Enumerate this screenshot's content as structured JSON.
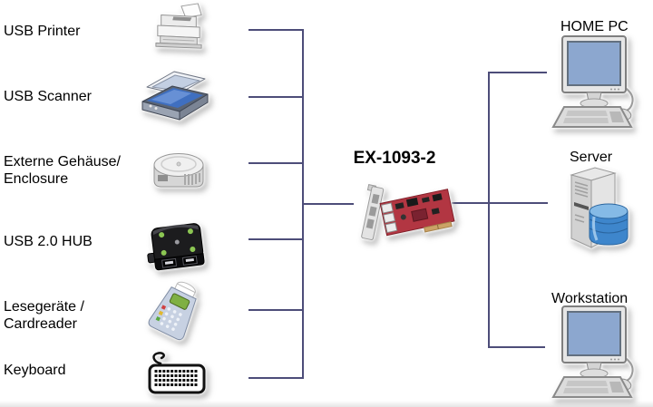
{
  "diagram": {
    "colors": {
      "wire": "#4d4d79",
      "card_board": "#b23642",
      "screen_blue": "#8ca7cf",
      "database_blue": "#3e86cc",
      "hub_led_green": "#8cc653"
    },
    "card": {
      "label": "EX-1093-2",
      "icon": "pci-usb-card-icon"
    },
    "left_devices": [
      {
        "id": "usb-printer",
        "lines": [
          "USB Printer"
        ],
        "icon": "printer-icon"
      },
      {
        "id": "usb-scanner",
        "lines": [
          "USB Scanner"
        ],
        "icon": "scanner-icon"
      },
      {
        "id": "externe-gehaeuse",
        "lines": [
          "Externe Gehäuse/",
          "Enclosure"
        ],
        "icon": "hdd-enclosure-icon"
      },
      {
        "id": "usb-hub",
        "lines": [
          "USB 2.0 HUB"
        ],
        "icon": "usb-hub-icon"
      },
      {
        "id": "cardreader",
        "lines": [
          "Lesegeräte /",
          "Cardreader"
        ],
        "icon": "cardreader-icon"
      },
      {
        "id": "keyboard",
        "lines": [
          "Keyboard"
        ],
        "icon": "keyboard-icon"
      }
    ],
    "right_devices": [
      {
        "id": "home-pc",
        "label": "HOME PC",
        "icon": "desktop-pc-icon"
      },
      {
        "id": "server",
        "label": "Server",
        "icon": "server-icon"
      },
      {
        "id": "workstation",
        "label": "Workstation",
        "icon": "workstation-icon"
      }
    ]
  }
}
